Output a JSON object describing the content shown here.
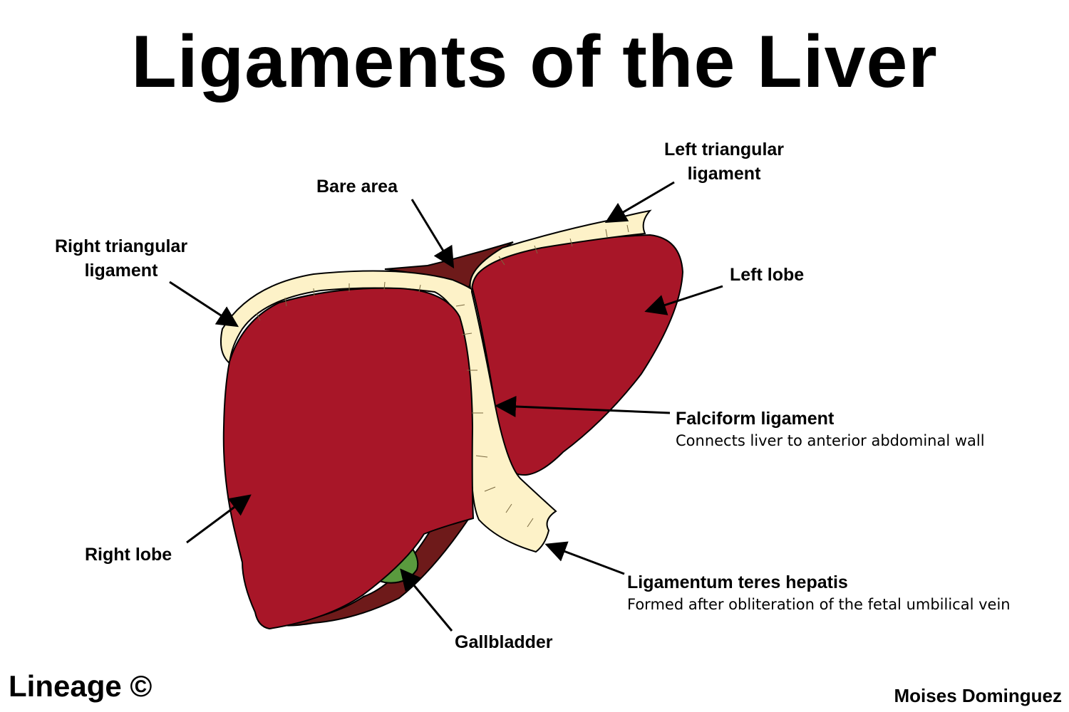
{
  "title": "Ligaments of the Liver",
  "labels": {
    "bare_area": "Bare area",
    "left_triangular_line1": "Left triangular",
    "left_triangular_line2": "ligament",
    "right_triangular_line1": "Right triangular",
    "right_triangular_line2": "ligament",
    "left_lobe": "Left lobe",
    "falciform": "Falciform ligament",
    "falciform_desc": "Connects liver to anterior abdominal wall",
    "right_lobe": "Right lobe",
    "teres": "Ligamentum teres hepatis",
    "teres_desc": "Formed after obliteration of the fetal umbilical vein",
    "gallbladder": "Gallbladder"
  },
  "footer": {
    "brand": "Lineage ©",
    "author": "Moises Dominguez"
  },
  "colors": {
    "liver": "#a81628",
    "liver_dark": "#6e1a1a",
    "ligament": "#fdf2c8",
    "gallbladder": "#5a9a3e",
    "outline": "#000000"
  }
}
